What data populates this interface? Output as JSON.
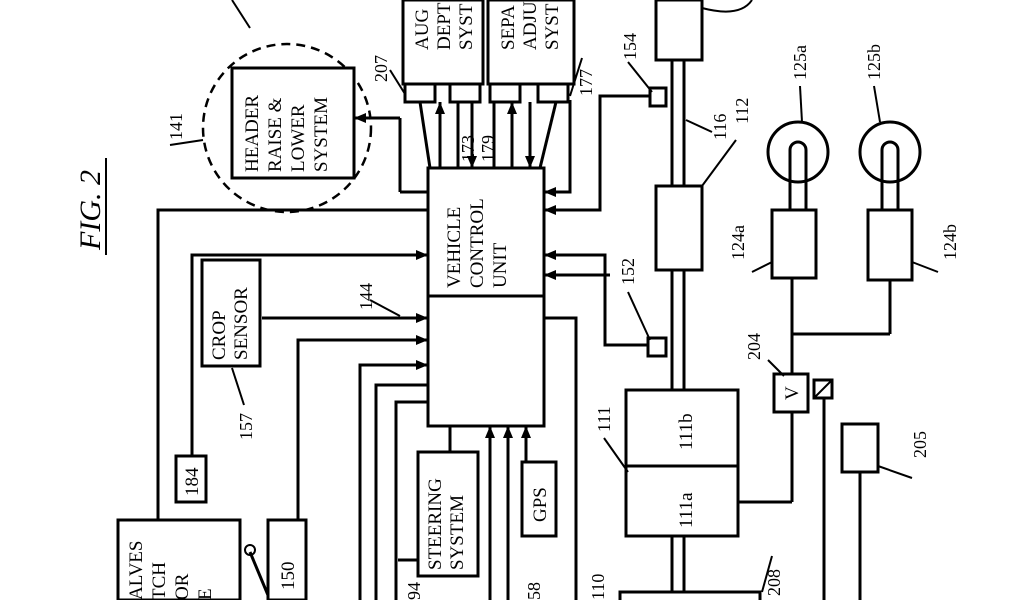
{
  "figure_title": "FIG. 2",
  "blocks": {
    "header_system": [
      "HEADER",
      "RAISE &",
      "LOWER",
      "SYSTEM"
    ],
    "auger_system": [
      "AUG",
      "DEPT",
      "SYST"
    ],
    "separator_system": [
      "SEPA",
      "ADJU",
      "SYST"
    ],
    "vehicle_control_unit": [
      "VEHICLE",
      "CONTROL",
      "UNIT"
    ],
    "crop_sensor": [
      "CROP",
      "SENSOR"
    ],
    "steering_system": [
      "STEERING",
      "SYSTEM"
    ],
    "gps": "GPS",
    "valves_block": [
      "ALVES",
      "TCH",
      "OR",
      "E"
    ],
    "box_184": "184",
    "box_150": "150",
    "box_111a": "111a",
    "box_111b": "111b",
    "valve_v": "V"
  },
  "reference_numerals": {
    "r207": "207",
    "r173": "173",
    "r179": "179",
    "r177": "177",
    "r154": "154",
    "r116": "116",
    "r112": "112",
    "r141": "141",
    "r125a": "125a",
    "r125b": "125b",
    "r124a": "124a",
    "r124b": "124b",
    "r144": "144",
    "r152": "152",
    "r157": "157",
    "r111": "111",
    "r204": "204",
    "r205": "205",
    "r208": "208",
    "r110": "110",
    "r94": "94",
    "r58": "58"
  }
}
